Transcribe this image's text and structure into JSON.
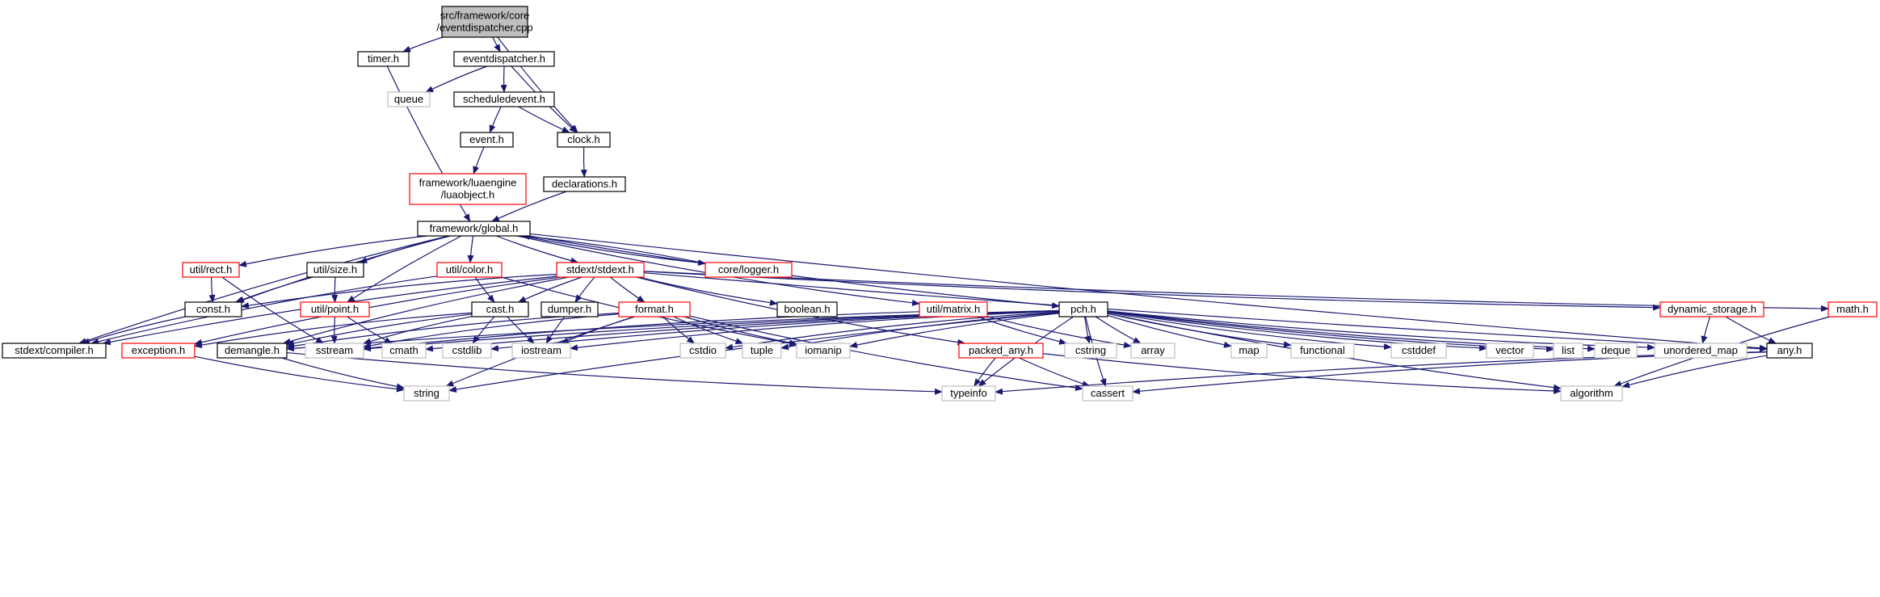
{
  "colors": {
    "edge": "#191970",
    "box_normal": "#000000",
    "box_truncated": "#ff0000",
    "box_external": "#bfbfbf",
    "root_fill": "#bfbfbf",
    "text": "#000000"
  },
  "nodes": [
    {
      "id": "root",
      "lines": [
        "src/framework/core",
        "/eventdispatcher.cpp"
      ],
      "kind": "root"
    },
    {
      "id": "timer",
      "lines": [
        "timer.h"
      ],
      "kind": "normal"
    },
    {
      "id": "eventdispatcher",
      "lines": [
        "eventdispatcher.h"
      ],
      "kind": "normal"
    },
    {
      "id": "queue",
      "lines": [
        "queue"
      ],
      "kind": "external"
    },
    {
      "id": "scheduledevent",
      "lines": [
        "scheduledevent.h"
      ],
      "kind": "normal"
    },
    {
      "id": "event",
      "lines": [
        "event.h"
      ],
      "kind": "normal"
    },
    {
      "id": "clock",
      "lines": [
        "clock.h"
      ],
      "kind": "normal"
    },
    {
      "id": "luaobject",
      "lines": [
        "framework/luaengine",
        "/luaobject.h"
      ],
      "kind": "truncated"
    },
    {
      "id": "declarations",
      "lines": [
        "declarations.h"
      ],
      "kind": "normal"
    },
    {
      "id": "global",
      "lines": [
        "framework/global.h"
      ],
      "kind": "normal"
    },
    {
      "id": "rect",
      "lines": [
        "util/rect.h"
      ],
      "kind": "truncated"
    },
    {
      "id": "size",
      "lines": [
        "util/size.h"
      ],
      "kind": "normal"
    },
    {
      "id": "color",
      "lines": [
        "util/color.h"
      ],
      "kind": "truncated"
    },
    {
      "id": "stdext",
      "lines": [
        "stdext/stdext.h"
      ],
      "kind": "truncated"
    },
    {
      "id": "logger",
      "lines": [
        "core/logger.h"
      ],
      "kind": "truncated"
    },
    {
      "id": "const",
      "lines": [
        "const.h"
      ],
      "kind": "normal"
    },
    {
      "id": "point",
      "lines": [
        "util/point.h"
      ],
      "kind": "truncated"
    },
    {
      "id": "cast",
      "lines": [
        "cast.h"
      ],
      "kind": "normal"
    },
    {
      "id": "dumper",
      "lines": [
        "dumper.h"
      ],
      "kind": "normal"
    },
    {
      "id": "format",
      "lines": [
        "format.h"
      ],
      "kind": "truncated"
    },
    {
      "id": "boolean",
      "lines": [
        "boolean.h"
      ],
      "kind": "normal"
    },
    {
      "id": "matrix",
      "lines": [
        "util/matrix.h"
      ],
      "kind": "truncated"
    },
    {
      "id": "pch",
      "lines": [
        "pch.h"
      ],
      "kind": "normal"
    },
    {
      "id": "dynstorage",
      "lines": [
        "dynamic_storage.h"
      ],
      "kind": "truncated"
    },
    {
      "id": "math",
      "lines": [
        "math.h"
      ],
      "kind": "truncated"
    },
    {
      "id": "compiler",
      "lines": [
        "stdext/compiler.h"
      ],
      "kind": "normal"
    },
    {
      "id": "exception",
      "lines": [
        "exception.h"
      ],
      "kind": "truncated"
    },
    {
      "id": "demangle",
      "lines": [
        "demangle.h"
      ],
      "kind": "normal"
    },
    {
      "id": "sstream",
      "lines": [
        "sstream"
      ],
      "kind": "external"
    },
    {
      "id": "cmath",
      "lines": [
        "cmath"
      ],
      "kind": "external"
    },
    {
      "id": "cstdlib",
      "lines": [
        "cstdlib"
      ],
      "kind": "external"
    },
    {
      "id": "iostream",
      "lines": [
        "iostream"
      ],
      "kind": "external"
    },
    {
      "id": "cstdio",
      "lines": [
        "cstdio"
      ],
      "kind": "external"
    },
    {
      "id": "tuple",
      "lines": [
        "tuple"
      ],
      "kind": "external"
    },
    {
      "id": "iomanip",
      "lines": [
        "iomanip"
      ],
      "kind": "external"
    },
    {
      "id": "packedany",
      "lines": [
        "packed_any.h"
      ],
      "kind": "truncated"
    },
    {
      "id": "cstring",
      "lines": [
        "cstring"
      ],
      "kind": "external"
    },
    {
      "id": "array",
      "lines": [
        "array"
      ],
      "kind": "external"
    },
    {
      "id": "map",
      "lines": [
        "map"
      ],
      "kind": "external"
    },
    {
      "id": "functional",
      "lines": [
        "functional"
      ],
      "kind": "external"
    },
    {
      "id": "cstddef",
      "lines": [
        "cstddef"
      ],
      "kind": "external"
    },
    {
      "id": "vector",
      "lines": [
        "vector"
      ],
      "kind": "external"
    },
    {
      "id": "list",
      "lines": [
        "list"
      ],
      "kind": "external"
    },
    {
      "id": "deque",
      "lines": [
        "deque"
      ],
      "kind": "external"
    },
    {
      "id": "unorderedmap",
      "lines": [
        "unordered_map"
      ],
      "kind": "external"
    },
    {
      "id": "any",
      "lines": [
        "any.h"
      ],
      "kind": "normal"
    },
    {
      "id": "string",
      "lines": [
        "string"
      ],
      "kind": "external"
    },
    {
      "id": "typeinfo",
      "lines": [
        "typeinfo"
      ],
      "kind": "external"
    },
    {
      "id": "cassert",
      "lines": [
        "cassert"
      ],
      "kind": "external"
    },
    {
      "id": "algorithm",
      "lines": [
        "algorithm"
      ],
      "kind": "external"
    }
  ],
  "edges": [
    [
      "root",
      "timer"
    ],
    [
      "root",
      "eventdispatcher"
    ],
    [
      "root",
      "clock"
    ],
    [
      "timer",
      "global"
    ],
    [
      "eventdispatcher",
      "queue"
    ],
    [
      "eventdispatcher",
      "scheduledevent"
    ],
    [
      "eventdispatcher",
      "clock"
    ],
    [
      "scheduledevent",
      "event"
    ],
    [
      "scheduledevent",
      "clock"
    ],
    [
      "event",
      "luaobject"
    ],
    [
      "clock",
      "declarations"
    ],
    [
      "declarations",
      "global"
    ],
    [
      "global",
      "rect"
    ],
    [
      "global",
      "size"
    ],
    [
      "global",
      "color"
    ],
    [
      "global",
      "stdext"
    ],
    [
      "global",
      "logger"
    ],
    [
      "global",
      "const"
    ],
    [
      "global",
      "point"
    ],
    [
      "global",
      "compiler"
    ],
    [
      "global",
      "matrix"
    ],
    [
      "global",
      "pch"
    ],
    [
      "global",
      "any"
    ],
    [
      "logger",
      "global"
    ],
    [
      "rect",
      "const"
    ],
    [
      "rect",
      "sstream"
    ],
    [
      "size",
      "const"
    ],
    [
      "size",
      "point"
    ],
    [
      "color",
      "cast"
    ],
    [
      "color",
      "compiler"
    ],
    [
      "color",
      "iomanip"
    ],
    [
      "stdext",
      "compiler"
    ],
    [
      "stdext",
      "cast"
    ],
    [
      "stdext",
      "dumper"
    ],
    [
      "stdext",
      "format"
    ],
    [
      "stdext",
      "boolean"
    ],
    [
      "stdext",
      "exception"
    ],
    [
      "stdext",
      "demangle"
    ],
    [
      "stdext",
      "packedany"
    ],
    [
      "stdext",
      "dynstorage"
    ],
    [
      "stdext",
      "math"
    ],
    [
      "stdext",
      "any"
    ],
    [
      "stdext",
      "const"
    ],
    [
      "const",
      "compiler"
    ],
    [
      "point",
      "cmath"
    ],
    [
      "point",
      "sstream"
    ],
    [
      "cast",
      "exception"
    ],
    [
      "cast",
      "demangle"
    ],
    [
      "cast",
      "sstream"
    ],
    [
      "cast",
      "cstdlib"
    ],
    [
      "cast",
      "iostream"
    ],
    [
      "dumper",
      "iostream"
    ],
    [
      "format",
      "demangle"
    ],
    [
      "format",
      "sstream"
    ],
    [
      "format",
      "iostream"
    ],
    [
      "format",
      "cstdio"
    ],
    [
      "format",
      "tuple"
    ],
    [
      "format",
      "iomanip"
    ],
    [
      "format",
      "string"
    ],
    [
      "format",
      "cassert"
    ],
    [
      "matrix",
      "cstring"
    ],
    [
      "matrix",
      "array"
    ],
    [
      "matrix",
      "sstream"
    ],
    [
      "pch",
      "sstream"
    ],
    [
      "pch",
      "cmath"
    ],
    [
      "pch",
      "cstdlib"
    ],
    [
      "pch",
      "iostream"
    ],
    [
      "pch",
      "cstdio"
    ],
    [
      "pch",
      "tuple"
    ],
    [
      "pch",
      "iomanip"
    ],
    [
      "pch",
      "cstring"
    ],
    [
      "pch",
      "array"
    ],
    [
      "pch",
      "map"
    ],
    [
      "pch",
      "functional"
    ],
    [
      "pch",
      "cstddef"
    ],
    [
      "pch",
      "vector"
    ],
    [
      "pch",
      "list"
    ],
    [
      "pch",
      "deque"
    ],
    [
      "pch",
      "unorderedmap"
    ],
    [
      "pch",
      "string"
    ],
    [
      "pch",
      "typeinfo"
    ],
    [
      "pch",
      "cassert"
    ],
    [
      "pch",
      "algorithm"
    ],
    [
      "pch",
      "demangle"
    ],
    [
      "dynstorage",
      "unorderedmap"
    ],
    [
      "dynstorage",
      "any"
    ],
    [
      "math",
      "algorithm"
    ],
    [
      "exception",
      "string"
    ],
    [
      "demangle",
      "string"
    ],
    [
      "demangle",
      "typeinfo"
    ],
    [
      "packedany",
      "typeinfo"
    ],
    [
      "packedany",
      "cassert"
    ],
    [
      "packedany",
      "algorithm"
    ],
    [
      "any",
      "typeinfo"
    ],
    [
      "any",
      "cassert"
    ],
    [
      "any",
      "algorithm"
    ]
  ]
}
